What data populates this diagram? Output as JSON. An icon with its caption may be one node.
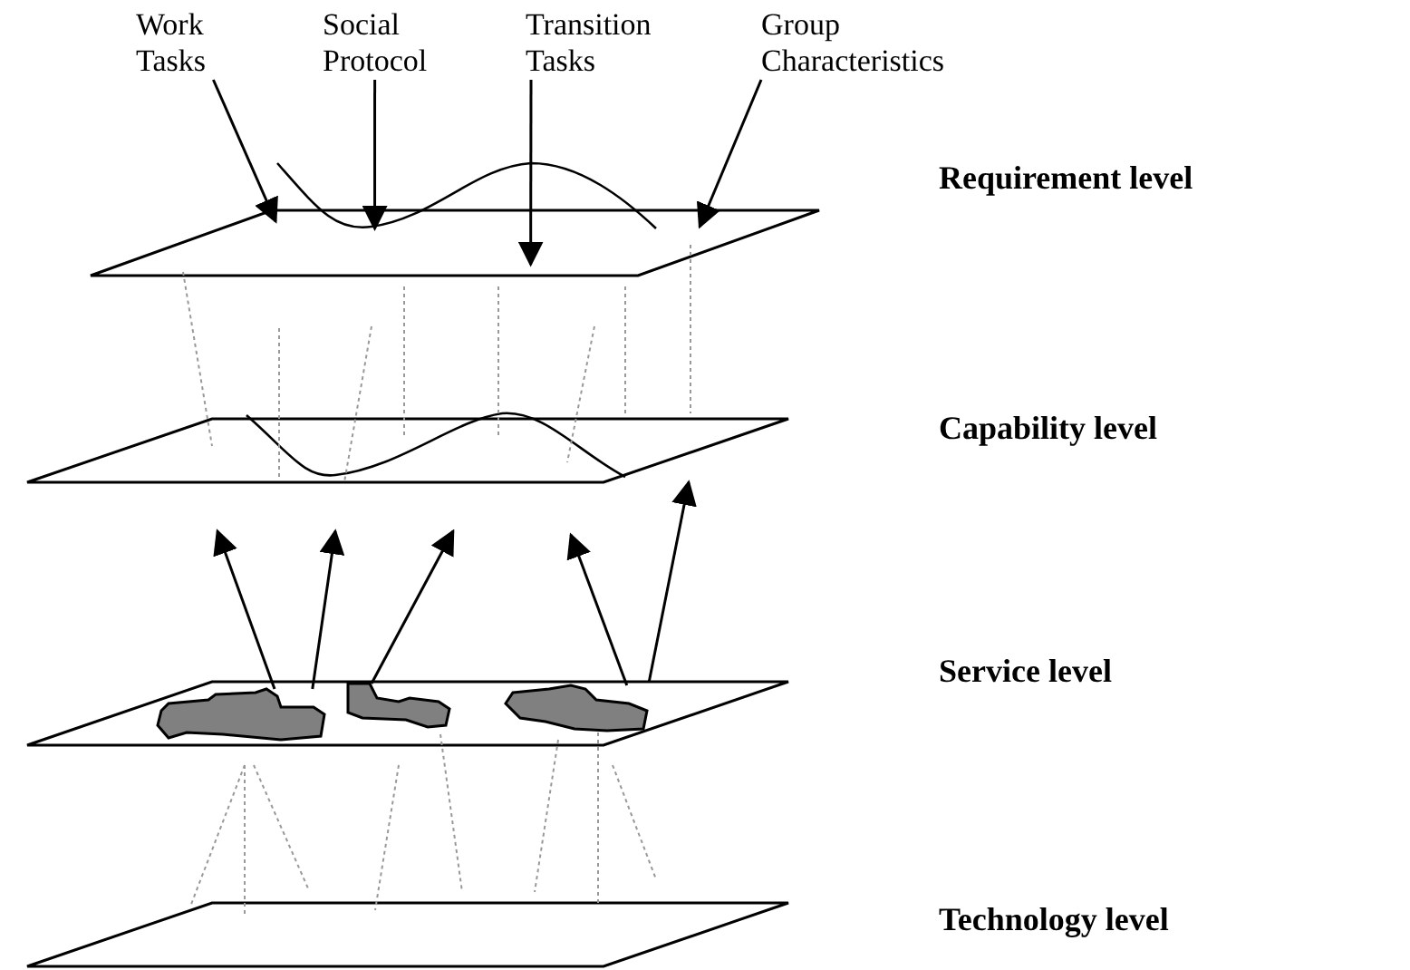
{
  "diagram": {
    "nodes": [
      {
        "text": [
          "Work Tasks"
        ]
      },
      {
        "text": [
          "Social Protocol"
        ]
      },
      {
        "text": [
          "Transition Tasks"
        ]
      },
      {
        "text": [
          "Group Characteristics"
        ]
      },
      {
        "text": [],
        "shape": "parallelogram"
      },
      {
        "text": [],
        "shape": "parallelogram"
      },
      {
        "text": [],
        "shape": "parallelogram"
      },
      {
        "text": [],
        "shape": "blob",
        "in": 6
      },
      {
        "text": [],
        "shape": "blob",
        "in": 6
      },
      {
        "text": [],
        "shape": "blob",
        "in": 6
      },
      {
        "text": [],
        "shape": "parallelogram"
      }
    ],
    "edges": [
      {
        "from": 0,
        "to": 4,
        "arrow": "to"
      },
      {
        "from": 1,
        "to": 4,
        "arrow": "to"
      },
      {
        "from": 2,
        "to": 4,
        "arrow": "to"
      },
      {
        "from": 3,
        "to": 4,
        "arrow": "to"
      },
      {
        "from": 7,
        "to": null,
        "arrow": "to"
      },
      {
        "from": 7,
        "to": null,
        "arrow": "to"
      },
      {
        "from": 8,
        "to": null,
        "arrow": "to"
      },
      {
        "from": 9,
        "to": null,
        "arrow": "to"
      },
      {
        "from": 6,
        "to": 5,
        "arrow": "to"
      }
    ],
    "labels": [
      "Requirement level",
      "Capability level",
      "Service level",
      "Technology level"
    ]
  }
}
